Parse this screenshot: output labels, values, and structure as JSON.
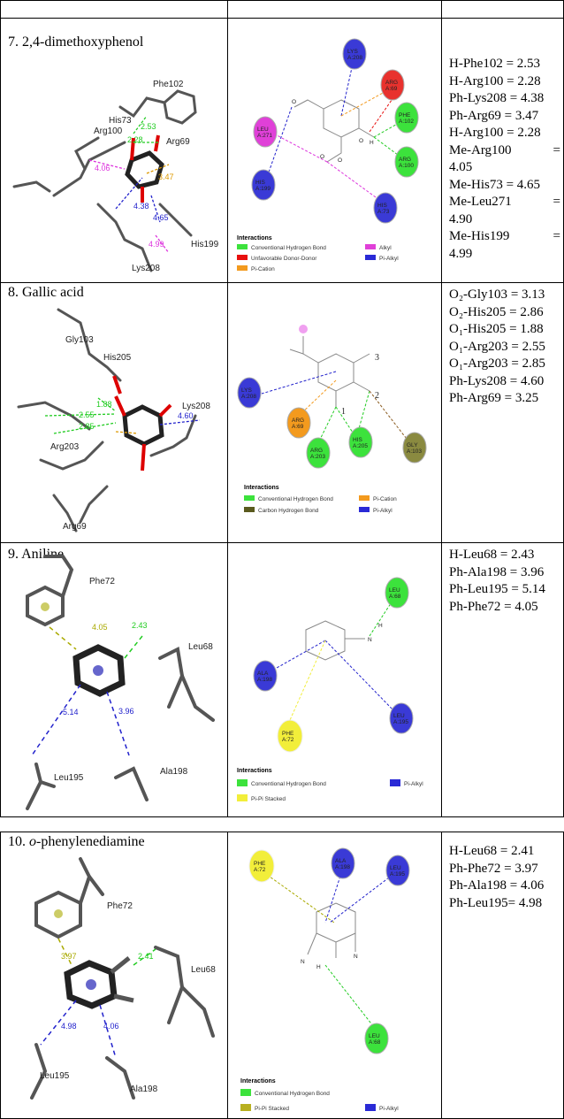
{
  "rows": [
    {
      "title": "7. 2,4-dimethoxyphenol",
      "residues3d": [
        "Phe102",
        "Arg100",
        "His73",
        "Arg69",
        "His199",
        "Lys208"
      ],
      "distances3d": [
        "2.53",
        "2.28",
        "4.06",
        "3.47",
        "4.38",
        "4.65",
        "4.99"
      ],
      "nodes": [
        {
          "label": "LYS\nA:208",
          "color": "#3a3ad6"
        },
        {
          "label": "ARG\nA:69",
          "color": "#e8322e"
        },
        {
          "label": "PHE\nA:102",
          "color": "#3ce23c"
        },
        {
          "label": "LEU\nA:271",
          "color": "#e040d8"
        },
        {
          "label": "ARG\nA:100",
          "color": "#3ce23c"
        },
        {
          "label": "HIS\nA:199",
          "color": "#3a3ad6"
        },
        {
          "label": "HIS\nA:73",
          "color": "#3a3ad6"
        }
      ],
      "atom_labels": [
        "O",
        "O",
        "H",
        "O",
        "O"
      ],
      "legend_title": "Interactions",
      "legend": [
        {
          "label": "Conventional Hydrogen Bond",
          "color": "#3ce23c"
        },
        {
          "label": "Alkyl",
          "color": "#e040d8"
        },
        {
          "label": "Unfavorable Donor-Donor",
          "color": "#e8100e"
        },
        {
          "label": "Pi-Alkyl",
          "color": "#2a2ad6"
        },
        {
          "label": "Pi-Cation",
          "color": "#f39a1e"
        }
      ],
      "values": [
        {
          "label": "H-Phe102",
          "value": "2.53"
        },
        {
          "label": "H-Arg100",
          "value": "2.28"
        },
        {
          "label": "Ph-Lys208",
          "value": "4.38"
        },
        {
          "label": "Ph-Arg69",
          "value": "3.47"
        },
        {
          "label": "H-Arg100",
          "value": "2.28"
        },
        {
          "label": "Me-Arg100",
          "value": "4.05"
        },
        {
          "label": "Me-His73",
          "value": "4.65"
        },
        {
          "label": "Me-Leu271",
          "value": "4.90"
        },
        {
          "label": "Me-His199",
          "value": "4.99"
        }
      ]
    },
    {
      "title": "8. Gallic acid",
      "residues3d": [
        "Gly103",
        "His205",
        "Lys208",
        "Arg203",
        "Arg69"
      ],
      "distances3d": [
        "1.88",
        "2.55",
        "2.85",
        "4.60"
      ],
      "nodes": [
        {
          "label": "LYS\nA:208",
          "color": "#3a3ad6"
        },
        {
          "label": "ARG\nA:69",
          "color": "#f39a1e"
        },
        {
          "label": "ARG\nA:203",
          "color": "#3ce23c"
        },
        {
          "label": "HIS\nA:205",
          "color": "#3ce23c"
        },
        {
          "label": "GLY\nA:103",
          "color": "#8a8a40"
        }
      ],
      "atom_labels": [
        "3",
        "2",
        "1"
      ],
      "legend_title": "Interactions",
      "legend": [
        {
          "label": "Conventional Hydrogen Bond",
          "color": "#3ce23c"
        },
        {
          "label": "Pi-Cation",
          "color": "#f39a1e"
        },
        {
          "label": "Carbon Hydrogen Bond",
          "color": "#5a5a1e"
        },
        {
          "label": "Pi-Alkyl",
          "color": "#2a2ad6"
        }
      ],
      "values": [
        {
          "label": "O₂-Gly103",
          "value": "3.13"
        },
        {
          "label": "O₂-His205",
          "value": "2.86"
        },
        {
          "label": "O₁-His205",
          "value": "1.88"
        },
        {
          "label": "O₁-Arg203",
          "value": "2.55"
        },
        {
          "label": "O₁-Arg203",
          "value": "2.85"
        },
        {
          "label": "Ph-Lys208",
          "value": "4.60"
        },
        {
          "label": "Ph-Arg69",
          "value": "3.25"
        }
      ]
    },
    {
      "title": "9. Aniline",
      "residues3d": [
        "Phe72",
        "Leu68",
        "Leu195",
        "Ala198"
      ],
      "distances3d": [
        "4.05",
        "2.43",
        "5.14",
        "3.96"
      ],
      "nodes": [
        {
          "label": "LEU\nA:68",
          "color": "#3ce23c"
        },
        {
          "label": "ALA\nA:198",
          "color": "#3a3ad6"
        },
        {
          "label": "LEU\nA:195",
          "color": "#3a3ad6"
        },
        {
          "label": "PHE\nA:72",
          "color": "#f2ee3a"
        }
      ],
      "atom_labels": [
        "N",
        "H"
      ],
      "legend_title": "Interactions",
      "legend": [
        {
          "label": "Conventional Hydrogen Bond",
          "color": "#3ce23c"
        },
        {
          "label": "Pi-Alkyl",
          "color": "#2a2ad6"
        },
        {
          "label": "Pi-Pi Stacked",
          "color": "#f2ee3a"
        }
      ],
      "values": [
        {
          "label": "H-Leu68",
          "value": "2.43"
        },
        {
          "label": "Ph-Ala198",
          "value": "3.96"
        },
        {
          "label": "Ph-Leu195",
          "value": "5.14"
        },
        {
          "label": "Ph-Phe72",
          "value": "4.05"
        }
      ]
    },
    {
      "title_num": "10. ",
      "title_italic": "o",
      "title_rest": "-phenylenediamine",
      "residues3d": [
        "Phe72",
        "Leu68",
        "Leu195",
        "Ala198"
      ],
      "distances3d": [
        "3.97",
        "2.41",
        "4.98",
        "4.06"
      ],
      "nodes": [
        {
          "label": "PHE\nA:72",
          "color": "#f2ee3a"
        },
        {
          "label": "ALA\nA:198",
          "color": "#3a3ad6"
        },
        {
          "label": "LEU\nA:195",
          "color": "#3a3ad6"
        },
        {
          "label": "LEU\nA:68",
          "color": "#3ce23c"
        }
      ],
      "atom_labels": [
        "N",
        "N",
        "H"
      ],
      "legend_title": "Interactions",
      "legend": [
        {
          "label": "Conventional Hydrogen Bond",
          "color": "#3ce23c"
        },
        {
          "label": "Pi-Pi Stacked",
          "color": "#b8b020"
        },
        {
          "label": "Pi-Alkyl",
          "color": "#2a2ad6"
        }
      ],
      "values": [
        {
          "label": "H-Leu68",
          "value": "2.41"
        },
        {
          "label": "Ph-Phe72",
          "value": "3.97"
        },
        {
          "label": "Ph-Ala198",
          "value": "4.06"
        },
        {
          "label": "Ph-Leu195",
          "value": "4.98"
        }
      ]
    }
  ]
}
